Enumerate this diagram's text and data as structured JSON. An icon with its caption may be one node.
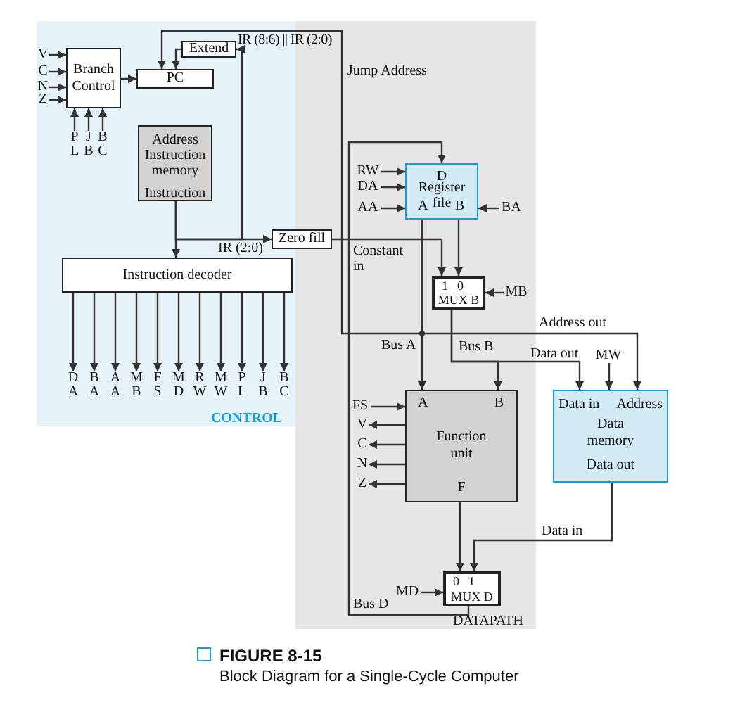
{
  "diagram": {
    "title": "FIGURE 8-15",
    "caption": "Block Diagram for a Single-Cycle Computer",
    "nodes": [
      {
        "text": [
          "Branch Control"
        ]
      },
      {
        "text": [
          "PC"
        ]
      },
      {
        "text": [
          "Extend"
        ]
      },
      {
        "text": [
          "Address",
          "Instruction memory",
          "Instruction"
        ]
      },
      {
        "text": [
          "Zero fill"
        ]
      },
      {
        "text": [
          "Instruction decoder"
        ]
      },
      {
        "text": [
          "D",
          "Register file",
          "A",
          "B"
        ]
      },
      {
        "text": [
          "1",
          "0",
          "MUX B"
        ]
      },
      {
        "text": [
          "A",
          "B",
          "Function unit",
          "F"
        ]
      },
      {
        "text": [
          "Data in",
          "Address",
          "Data memory",
          "Data out"
        ]
      },
      {
        "text": [
          "0",
          "1",
          "MUX D"
        ]
      },
      {
        "text": [
          "V"
        ]
      },
      {
        "text": [
          "C"
        ]
      },
      {
        "text": [
          "N"
        ]
      },
      {
        "text": [
          "Z"
        ]
      },
      {
        "text": [
          "PL"
        ]
      },
      {
        "text": [
          "JB"
        ]
      },
      {
        "text": [
          "BC"
        ]
      },
      {
        "text": [
          "DA"
        ]
      },
      {
        "text": [
          "BA"
        ]
      },
      {
        "text": [
          "AA"
        ]
      },
      {
        "text": [
          "MB"
        ]
      },
      {
        "text": [
          "FS"
        ]
      },
      {
        "text": [
          "MD"
        ]
      },
      {
        "text": [
          "RW"
        ]
      },
      {
        "text": [
          "MW"
        ]
      },
      {
        "text": [
          "PL"
        ]
      },
      {
        "text": [
          "JB"
        ]
      },
      {
        "text": [
          "BC"
        ]
      },
      {
        "text": [
          "RW"
        ]
      },
      {
        "text": [
          "DA"
        ]
      },
      {
        "text": [
          "AA"
        ]
      },
      {
        "text": [
          "BA"
        ]
      },
      {
        "text": [
          "MB"
        ]
      },
      {
        "text": [
          "FS"
        ]
      },
      {
        "text": [
          "V"
        ]
      },
      {
        "text": [
          "C"
        ]
      },
      {
        "text": [
          "N"
        ]
      },
      {
        "text": [
          "Z"
        ]
      },
      {
        "text": [
          "MW"
        ]
      },
      {
        "text": [
          "MD"
        ]
      }
    ],
    "edges": [
      {
        "from": 11,
        "to": 0,
        "arrow": "to"
      },
      {
        "from": 12,
        "to": 0,
        "arrow": "to"
      },
      {
        "from": 13,
        "to": 0,
        "arrow": "to"
      },
      {
        "from": 14,
        "to": 0,
        "arrow": "to"
      },
      {
        "from": 15,
        "to": 0,
        "arrow": "to"
      },
      {
        "from": 16,
        "to": 0,
        "arrow": "to"
      },
      {
        "from": 17,
        "to": 0,
        "arrow": "to"
      },
      {
        "from": 0,
        "to": 1,
        "arrow": "to"
      },
      {
        "from": 3,
        "to": 2,
        "arrow": "to",
        "label": "IR (8:6) || IR (2:0)"
      },
      {
        "from": 2,
        "to": 1,
        "arrow": "to"
      },
      {
        "from": 6,
        "to": 1,
        "arrow": "to",
        "label": "Jump Address"
      },
      {
        "from": 3,
        "to": 5,
        "arrow": "to"
      },
      {
        "from": 3,
        "to": 4,
        "arrow": "to",
        "label": "IR (2:0)"
      },
      {
        "from": 4,
        "to": 7,
        "arrow": "to",
        "label": "Constant in"
      },
      {
        "from": 5,
        "to": 18,
        "arrow": "to"
      },
      {
        "from": 5,
        "to": 19,
        "arrow": "to"
      },
      {
        "from": 5,
        "to": 20,
        "arrow": "to"
      },
      {
        "from": 5,
        "to": 21,
        "arrow": "to"
      },
      {
        "from": 5,
        "to": 22,
        "arrow": "to"
      },
      {
        "from": 5,
        "to": 23,
        "arrow": "to"
      },
      {
        "from": 5,
        "to": 24,
        "arrow": "to"
      },
      {
        "from": 5,
        "to": 25,
        "arrow": "to"
      },
      {
        "from": 5,
        "to": 26,
        "arrow": "to"
      },
      {
        "from": 5,
        "to": 27,
        "arrow": "to"
      },
      {
        "from": 5,
        "to": 28,
        "arrow": "to"
      },
      {
        "from": 29,
        "to": 6,
        "arrow": "to"
      },
      {
        "from": 30,
        "to": 6,
        "arrow": "to"
      },
      {
        "from": 31,
        "to": 6,
        "arrow": "to"
      },
      {
        "from": 32,
        "to": 6,
        "arrow": "to"
      },
      {
        "from": 6,
        "to": 7,
        "arrow": "to"
      },
      {
        "from": 33,
        "to": 7,
        "arrow": "to"
      },
      {
        "from": 6,
        "to": 8,
        "arrow": "to",
        "label": "Bus A"
      },
      {
        "from": 6,
        "to": 9,
        "arrow": "to",
        "label": "Address out"
      },
      {
        "from": 7,
        "to": 8,
        "arrow": "to",
        "label": "Bus B"
      },
      {
        "from": 7,
        "to": 9,
        "arrow": "to",
        "label": "Data out"
      },
      {
        "from": 34,
        "to": 8,
        "arrow": "to"
      },
      {
        "from": 8,
        "to": 35,
        "arrow": "to"
      },
      {
        "from": 8,
        "to": 36,
        "arrow": "to"
      },
      {
        "from": 8,
        "to": 37,
        "arrow": "to"
      },
      {
        "from": 8,
        "to": 38,
        "arrow": "to"
      },
      {
        "from": 39,
        "to": 9,
        "arrow": "to"
      },
      {
        "from": 8,
        "to": 10,
        "arrow": "to"
      },
      {
        "from": 9,
        "to": 10,
        "arrow": "to",
        "label": "Data in"
      },
      {
        "from": 40,
        "to": 10,
        "arrow": "to"
      },
      {
        "from": 10,
        "to": 6,
        "arrow": "to",
        "label": "Bus D"
      }
    ],
    "labels": [
      "CONTROL",
      "DATAPATH"
    ]
  }
}
